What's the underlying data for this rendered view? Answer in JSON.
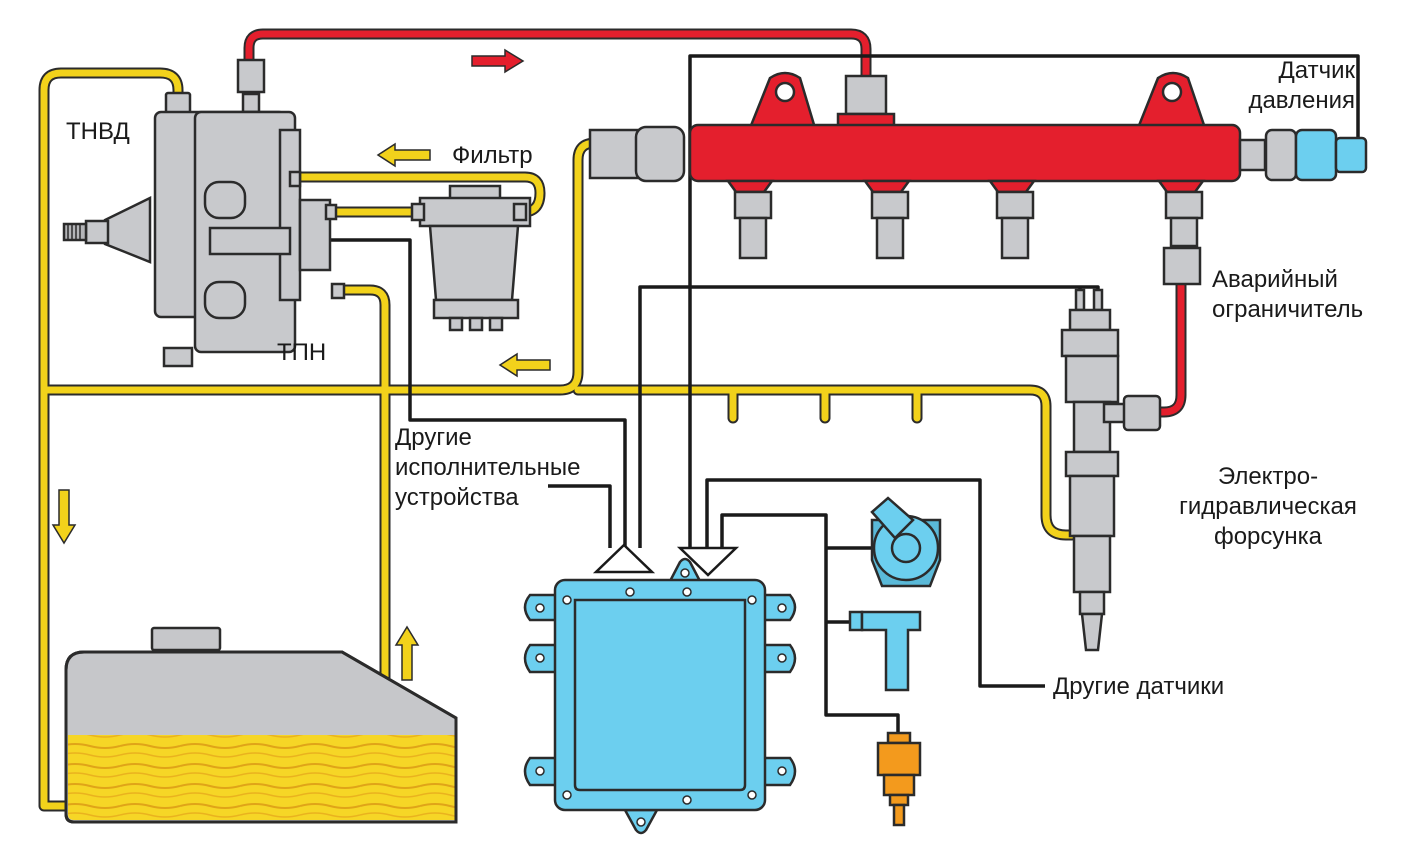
{
  "labels": {
    "pump_hp": "ТНВД",
    "pump_lp": "ТПН",
    "filter": "Фильтр",
    "pressure_sensor_1": "Датчик",
    "pressure_sensor_2": "давления",
    "relief_1": "Аварийный",
    "relief_2": "ограничитель",
    "injector_1": "Электро-",
    "injector_2": "гидравлическая",
    "injector_3": "форсунка",
    "actuators_1": "Другие",
    "actuators_2": "исполнительные",
    "actuators_3": "устройства",
    "sensors": "Другие датчики"
  },
  "colors": {
    "fuel_low_pressure": "#f2d21b",
    "fuel_high_pressure": "#e41f2d",
    "ecu": "#6ccfef",
    "metal": "#c8c9cc",
    "wire": "#1a1a1a",
    "temp_sensor": "#f39a1d"
  }
}
